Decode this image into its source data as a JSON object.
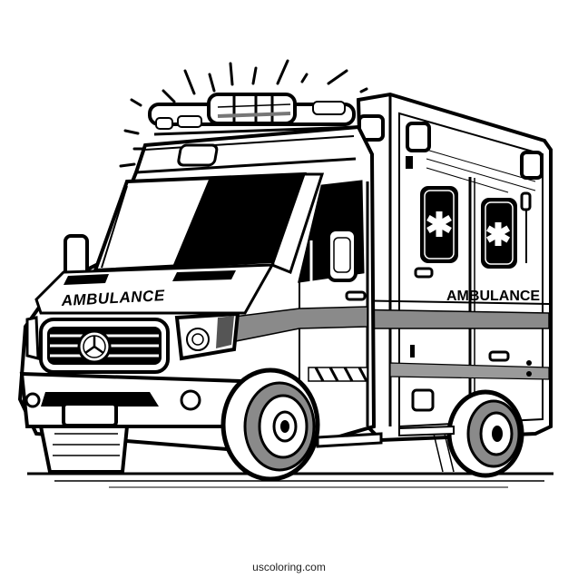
{
  "illustration": {
    "subject": "Ambulance van coloring page",
    "style": "black line art on white background",
    "front_hood_label": "AMBULANCE",
    "side_label": "AMBULANCE",
    "icons": [
      "star-of-life-icon",
      "star-of-life-icon",
      "mercedes-star-logo-icon",
      "emergency-light-bar-icon"
    ],
    "license_plate_text": ""
  },
  "footer": {
    "watermark": "uscoloring.com"
  },
  "colors": {
    "ink": "#000000",
    "paper": "#ffffff",
    "shade": "#8a8a8a"
  }
}
